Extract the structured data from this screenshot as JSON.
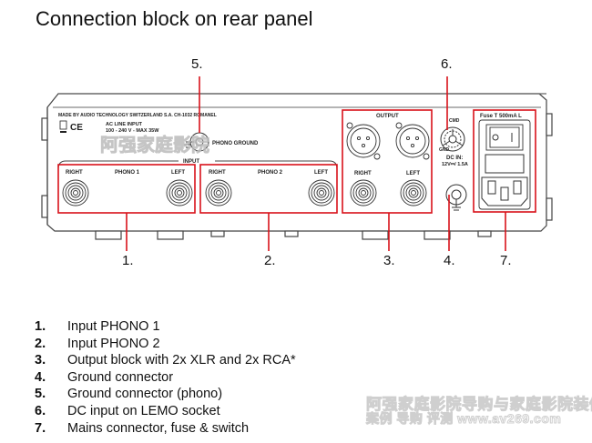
{
  "page": {
    "title": "Connection block on rear panel"
  },
  "panel": {
    "maker_text": "MADE BY AUDIO TECHNOLOGY SWITZERLAND S.A. CH-1032 ROMANEL",
    "ac_line_title": "AC LINE INPUT",
    "ac_line_spec": "100 - 240 V - MAX 35W",
    "ce_mark": "CE",
    "phono_ground_label": "PHONO GROUND",
    "input_label": "INPUT",
    "phono1": {
      "right": "RIGHT",
      "name": "PHONO 1",
      "left": "LEFT"
    },
    "phono2": {
      "right": "RIGHT",
      "name": "PHONO 2",
      "left": "LEFT"
    },
    "output_label": "OUTPUT",
    "output_right": "RIGHT",
    "output_left": "LEFT",
    "cmd_label": "CMD",
    "gnd_label": "GND",
    "dc_in_label": "DC IN:",
    "dc_in_spec": "12V⎓/ 1.5A",
    "fuse_label": "Fuse T 500mA L",
    "watermark_cn": "阿强家庭影院"
  },
  "callouts": {
    "top": [
      "5.",
      "6."
    ],
    "bottom": [
      "1.",
      "2.",
      "3.",
      "4.",
      "7."
    ]
  },
  "legend": [
    {
      "num": "1.",
      "text": "Input PHONO 1"
    },
    {
      "num": "2.",
      "text": "Input PHONO 2"
    },
    {
      "num": "3.",
      "text": "Output block with 2x XLR and 2x RCA*"
    },
    {
      "num": "4.",
      "text": "Ground connector"
    },
    {
      "num": "5.",
      "text": "Ground connector (phono)"
    },
    {
      "num": "6.",
      "text": "DC input on LEMO socket"
    },
    {
      "num": "7.",
      "text": "Mains connector, fuse & switch"
    }
  ],
  "watermark": {
    "line1": "阿强家庭影院导购与家庭影院装修网",
    "line2": "案例  导购  评测   www.av269.com"
  },
  "colors": {
    "highlight": "#d9121a",
    "panel_line": "#444444"
  }
}
